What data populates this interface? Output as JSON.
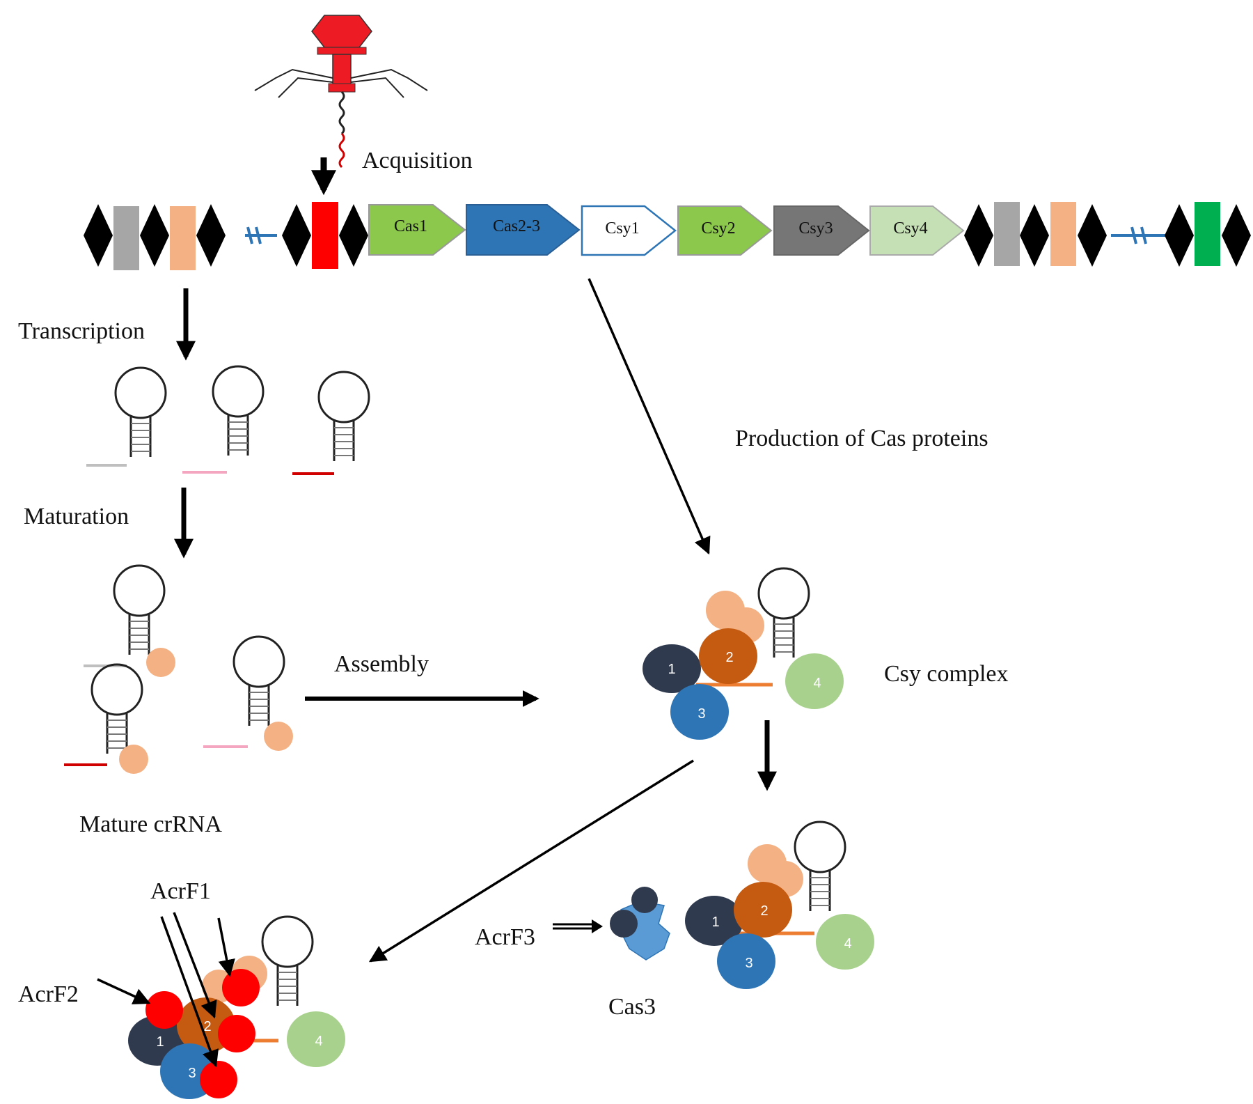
{
  "labels": {
    "acquisition": "Acquisition",
    "transcription": "Transcription",
    "maturation": "Maturation",
    "mature_crrna": "Mature crRNA",
    "assembly": "Assembly",
    "production": "Production of Cas proteins",
    "csy_complex": "Csy complex",
    "cas3": "Cas3",
    "acrf1": "AcrF1",
    "acrf2": "AcrF2",
    "acrf3": "AcrF3"
  },
  "genes": [
    {
      "name": "Cas1",
      "fill": "#8cc84b"
    },
    {
      "name": "Cas2-3",
      "fill": "#2e75b6"
    },
    {
      "name": "Csy1",
      "fill": "#ffffff"
    },
    {
      "name": "Csy2",
      "fill": "#8cc84b"
    },
    {
      "name": "Csy3",
      "fill": "#767676"
    },
    {
      "name": "Csy4",
      "fill": "#c5e0b4"
    }
  ],
  "subunits": {
    "s1": "1",
    "s2": "2",
    "s3": "3",
    "s4": "4"
  },
  "colors": {
    "phage": "#ed1c24",
    "spacer_new": "#ff0000",
    "spacer_grey": "#a6a6a6",
    "spacer_peach": "#f4b183",
    "spacer_green": "#00b050",
    "cas5_navy": "#2f3a4f",
    "cas7_brown": "#c55a11",
    "cas8_blue": "#2e75b6",
    "cas6_green": "#a9d18e",
    "acr_red": "#ff0000",
    "cas3_blue": "#5b9bd5"
  }
}
